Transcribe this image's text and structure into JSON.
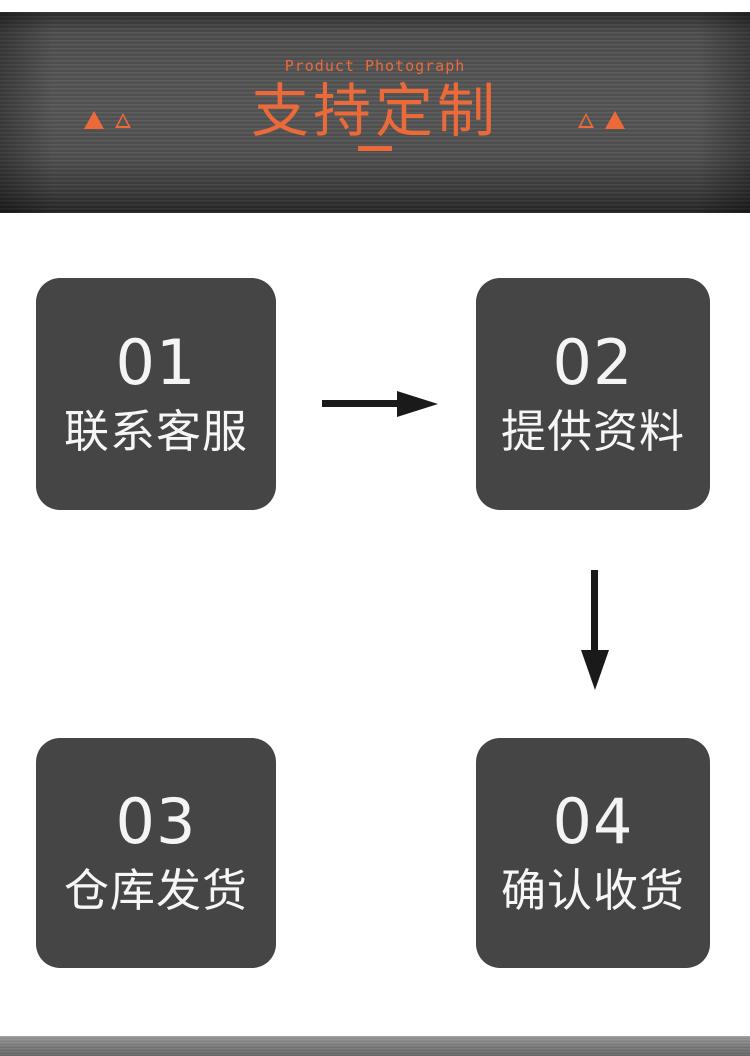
{
  "banner": {
    "eyebrow": "Product Photograph",
    "headline": "支持定制",
    "decorations": {
      "left": [
        "triangle-solid",
        "triangle-hollow"
      ],
      "right": [
        "triangle-hollow",
        "triangle-solid"
      ]
    },
    "colors": {
      "accent": "#ec6a3a",
      "background_dark": "#2c2c2c",
      "background_mid": "#565656"
    }
  },
  "steps": [
    {
      "number": "01",
      "label": "联系客服"
    },
    {
      "number": "02",
      "label": "提供资料"
    },
    {
      "number": "03",
      "label": "仓库发货"
    },
    {
      "number": "04",
      "label": "确认收货"
    }
  ],
  "arrows": [
    {
      "name": "arrow-right",
      "direction": "right"
    },
    {
      "name": "arrow-down",
      "direction": "down"
    }
  ],
  "colors": {
    "box_background": "#454545",
    "box_text": "#f4f4f4",
    "arrow": "#1a1a1a",
    "footer_bar": "#7a7a7a"
  }
}
